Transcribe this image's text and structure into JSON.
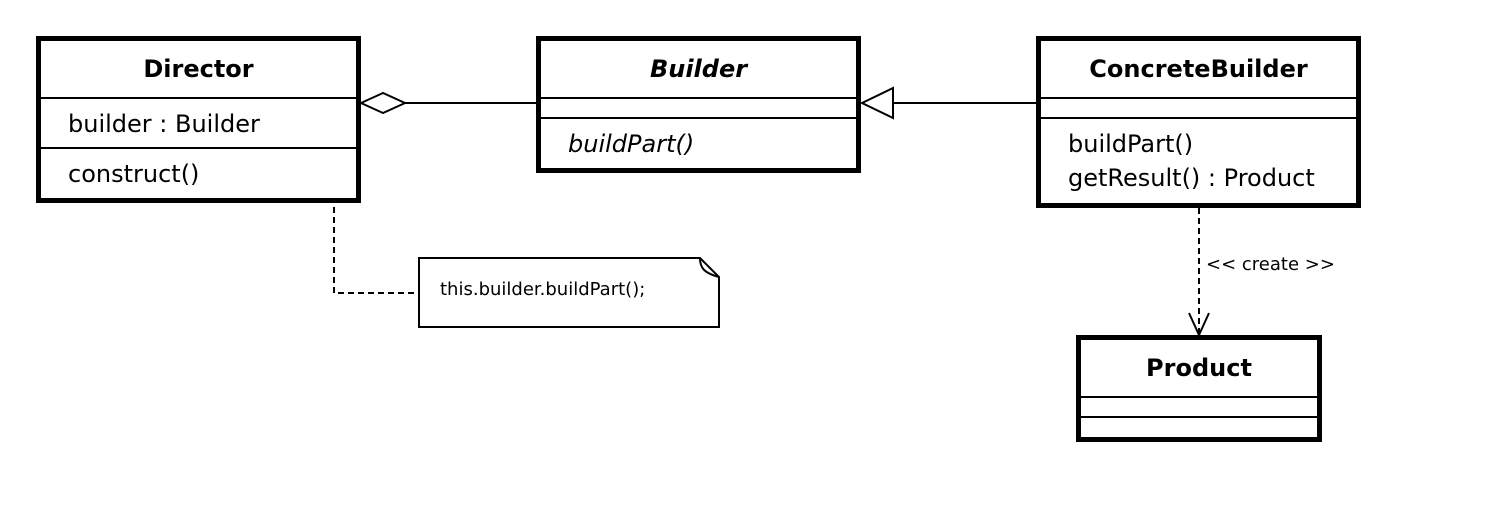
{
  "classes": {
    "director": {
      "name": "Director",
      "attributes": [
        "builder : Builder"
      ],
      "operations": [
        "construct()"
      ]
    },
    "builder": {
      "name": "Builder",
      "abstract": true,
      "attributes": [],
      "operations": [
        "buildPart()"
      ]
    },
    "concrete_builder": {
      "name": "ConcreteBuilder",
      "attributes": [],
      "operations": [
        "buildPart()",
        "getResult() : Product"
      ]
    },
    "product": {
      "name": "Product",
      "attributes": [],
      "operations": []
    }
  },
  "relationships": [
    {
      "type": "aggregation",
      "from": "Director",
      "to": "Builder"
    },
    {
      "type": "generalization",
      "from": "ConcreteBuilder",
      "to": "Builder"
    },
    {
      "type": "dependency",
      "from": "ConcreteBuilder",
      "to": "Product",
      "label": "<< create >>"
    }
  ],
  "note": {
    "text": "this.builder.buildPart();",
    "attached_to": "construct()"
  },
  "colors": {
    "line": "#000000",
    "background": "#ffffff"
  }
}
